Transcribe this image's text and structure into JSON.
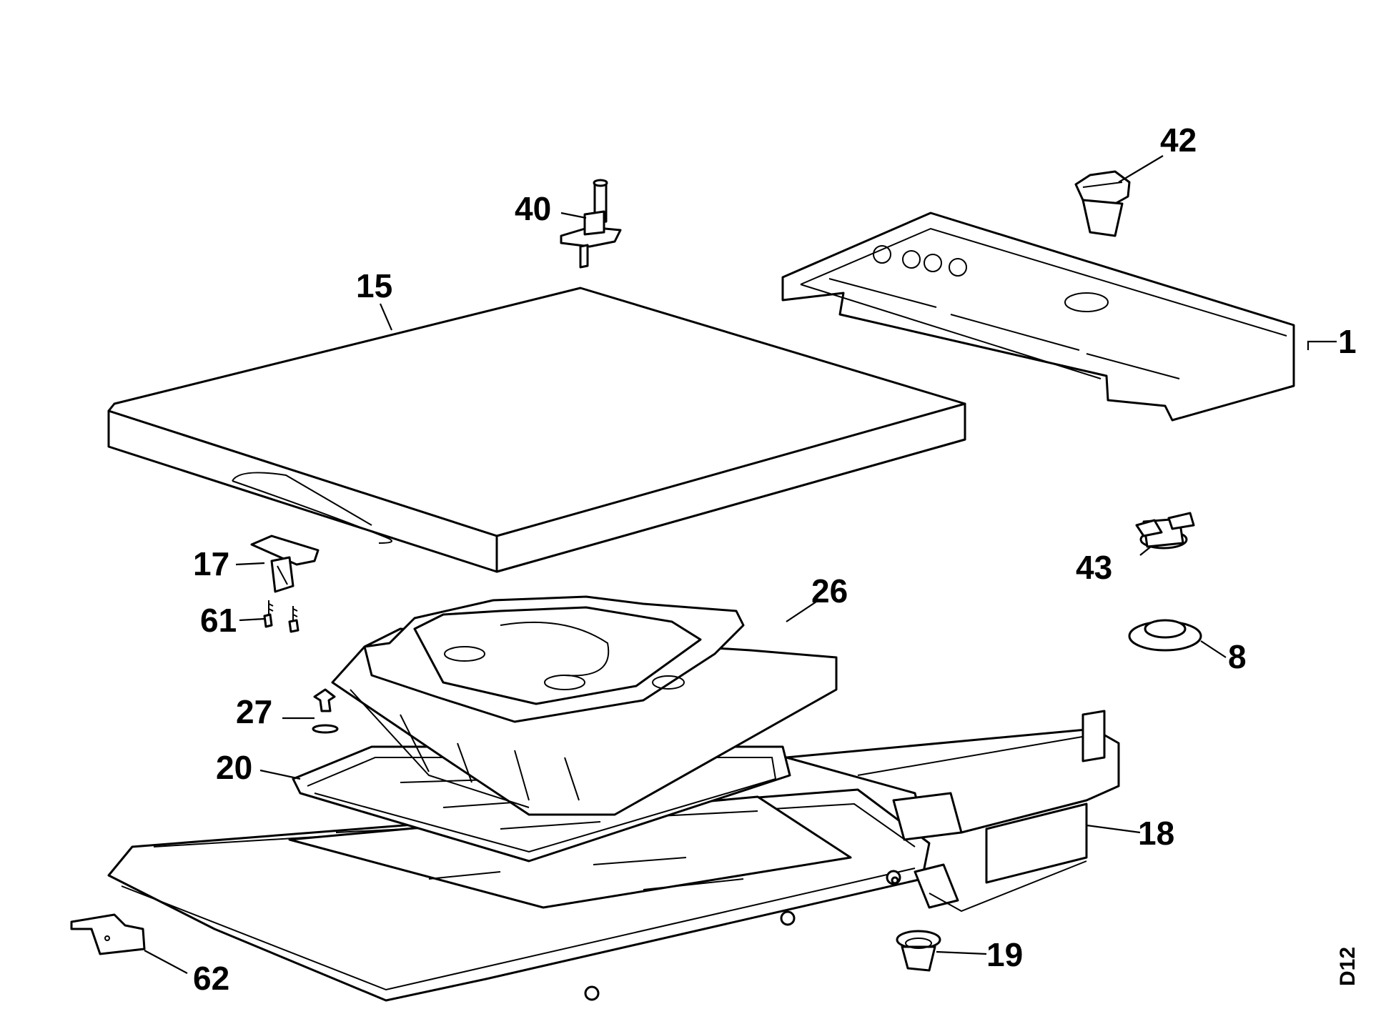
{
  "diagram_code": "D12",
  "callouts": [
    {
      "id": "c1",
      "text": "1"
    },
    {
      "id": "c8",
      "text": "8"
    },
    {
      "id": "c15",
      "text": "15"
    },
    {
      "id": "c17",
      "text": "17"
    },
    {
      "id": "c18",
      "text": "18"
    },
    {
      "id": "c19",
      "text": "19"
    },
    {
      "id": "c20",
      "text": "20"
    },
    {
      "id": "c26",
      "text": "26"
    },
    {
      "id": "c27",
      "text": "27"
    },
    {
      "id": "c40",
      "text": "40"
    },
    {
      "id": "c42",
      "text": "42"
    },
    {
      "id": "c43",
      "text": "43"
    },
    {
      "id": "c61",
      "text": "61"
    },
    {
      "id": "c62",
      "text": "62"
    }
  ]
}
